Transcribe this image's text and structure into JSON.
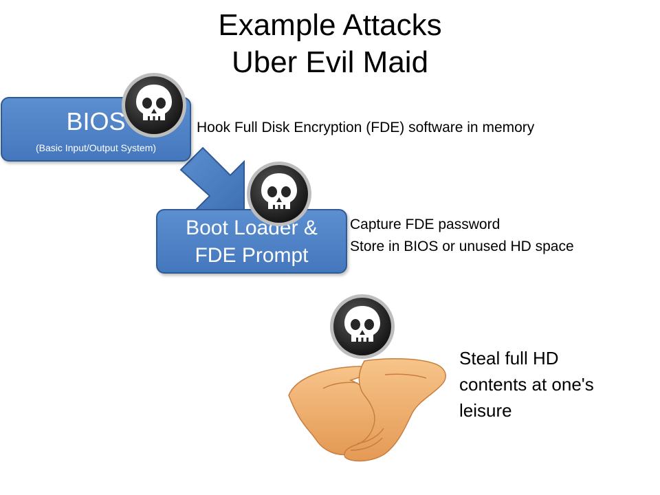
{
  "slide": {
    "title_line1": "Example Attacks",
    "title_line2": "Uber Evil Maid"
  },
  "bios": {
    "label": "BIOS",
    "sublabel": "(Basic Input/Output System)",
    "description": "Hook Full Disk Encryption (FDE) software in memory"
  },
  "boot": {
    "label_line1": "Boot Loader &",
    "label_line2": "FDE Prompt",
    "description_line1": "Capture FDE password",
    "description_line2": "Store in BIOS or unused HD space"
  },
  "steal": {
    "line1": "Steal full HD",
    "line2": "contents at one's",
    "line3": "leisure"
  },
  "colors": {
    "box_fill": "#4f83c7",
    "box_border": "#2f5a94",
    "arrow_fill": "#4f83c7",
    "skull_ring": "#2b2b2b",
    "skull_face": "#ffffff",
    "hand_skin": "#f3b574"
  },
  "icons": [
    "skull-icon",
    "down-right-arrow",
    "hands-illustration"
  ]
}
